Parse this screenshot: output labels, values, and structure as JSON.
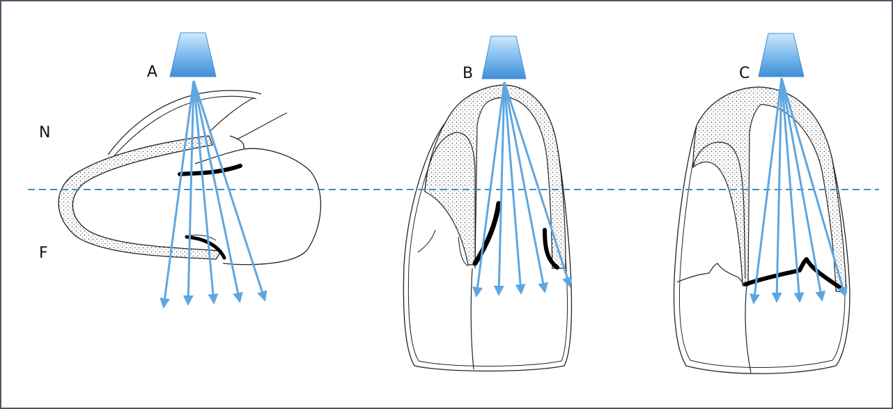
{
  "labels": {
    "panel_a": "A",
    "panel_b": "B",
    "panel_c": "C",
    "upper": "N",
    "lower": "F"
  },
  "colors": {
    "beam": "#5ea6e0",
    "probe_light": "#b9dcf7",
    "probe_dark": "#3e8fd6",
    "reference_line": "#3a8fbf",
    "outline": "#222222",
    "frame": "#4d5966"
  },
  "icons": [
    "ultrasound-probe-icon",
    "ultrasound-probe-icon",
    "ultrasound-probe-icon"
  ]
}
